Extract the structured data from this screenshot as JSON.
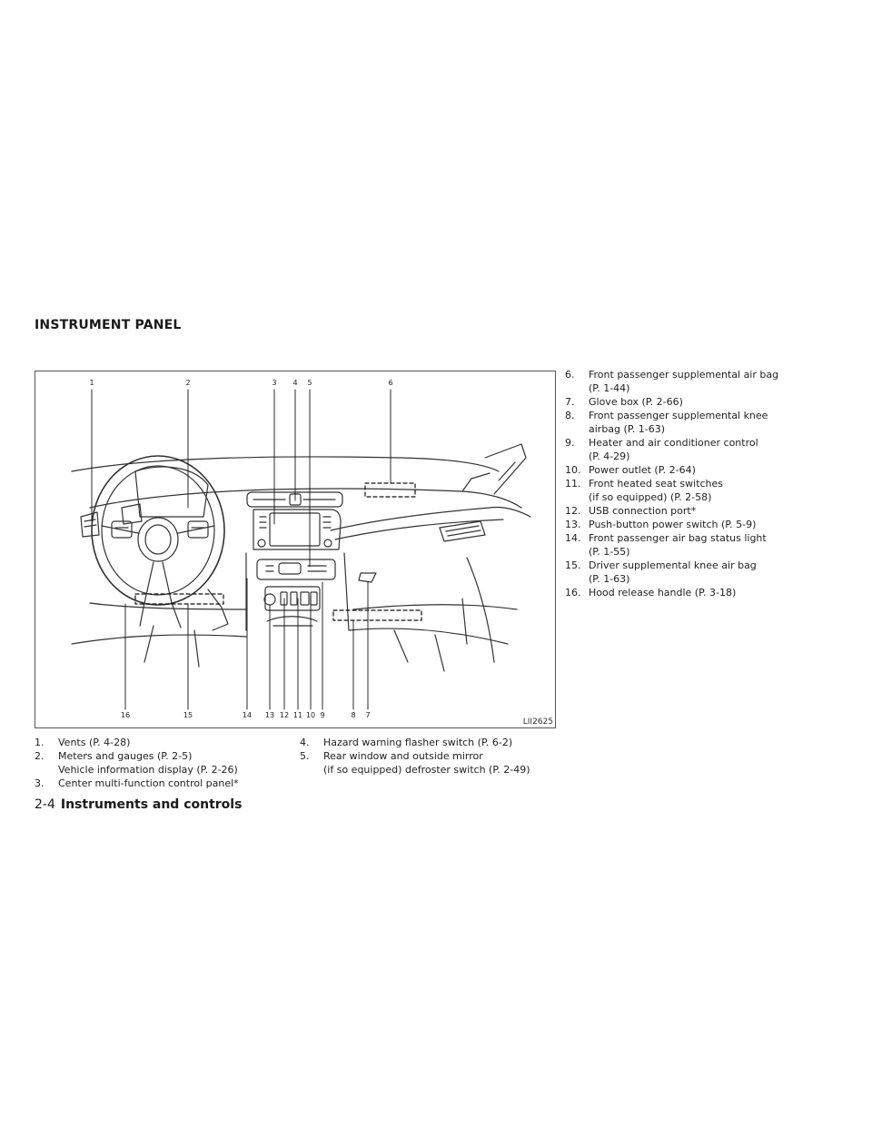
{
  "section_title": "INSTRUMENT PANEL",
  "figure": {
    "id": "LII2625",
    "callouts_top": [
      "1",
      "2",
      "3",
      "4",
      "5",
      "6"
    ],
    "callouts_bottom": [
      "16",
      "15",
      "14",
      "13",
      "12",
      "11",
      "10",
      "9",
      "8",
      "7"
    ]
  },
  "list_left": [
    {
      "num": "1.",
      "text": "Vents (P. 4-28)"
    },
    {
      "num": "2.",
      "text": "Meters and gauges (P. 2-5)",
      "cont": "Vehicle information display (P. 2-26)"
    },
    {
      "num": "3.",
      "text": "Center multi-function control panel*"
    }
  ],
  "list_mid": [
    {
      "num": "4.",
      "text": "Hazard warning flasher switch (P. 6-2)"
    },
    {
      "num": "5.",
      "text": "Rear window and outside mirror",
      "cont": "(if so equipped) defroster switch (P. 2-49)"
    }
  ],
  "list_right": [
    {
      "num": "6.",
      "text": "Front passenger supplemental air bag",
      "cont": "(P. 1-44)"
    },
    {
      "num": "7.",
      "text": "Glove box (P. 2-66)"
    },
    {
      "num": "8.",
      "text": "Front passenger supplemental knee",
      "cont": "airbag (P. 1-63)"
    },
    {
      "num": "9.",
      "text": "Heater and air conditioner control",
      "cont": "(P. 4-29)"
    },
    {
      "num": "10.",
      "text": "Power outlet (P. 2-64)"
    },
    {
      "num": "11.",
      "text": "Front heated seat switches",
      "cont": "(if so equipped) (P. 2-58)"
    },
    {
      "num": "12.",
      "text": "USB connection port*"
    },
    {
      "num": "13.",
      "text": "Push-button power switch (P. 5-9)"
    },
    {
      "num": "14.",
      "text": "Front passenger air bag status light",
      "cont": "(P. 1-55)"
    },
    {
      "num": "15.",
      "text": "Driver supplemental knee air bag",
      "cont": "(P. 1-63)"
    },
    {
      "num": "16.",
      "text": "Hood release handle (P. 3-18)"
    }
  ],
  "footer": {
    "page": "2-4",
    "chapter": "Instruments and controls"
  }
}
